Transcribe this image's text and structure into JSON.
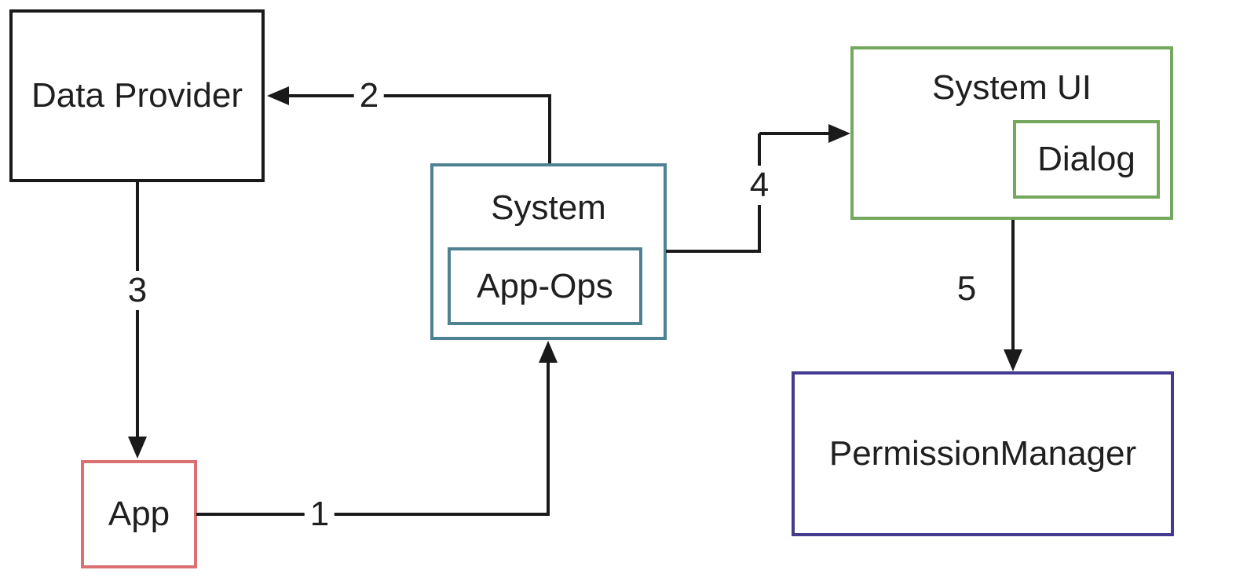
{
  "diagram": {
    "line_color": "#1a1a1a",
    "background_color": "#ffffff",
    "nodes": {
      "data_provider": {
        "label": "Data Provider",
        "border_color": "#1a1a1a"
      },
      "app": {
        "label": "App",
        "border_color": "#da7070"
      },
      "system": {
        "label": "System",
        "border_color": "#4e8192"
      },
      "app_ops": {
        "label": "App-Ops",
        "border_color": "#4e8192"
      },
      "system_ui": {
        "label": "System UI",
        "border_color": "#74a85c"
      },
      "dialog": {
        "label": "Dialog",
        "border_color": "#74a85c"
      },
      "permission_manager": {
        "label": "PermissionManager",
        "border_color": "#443a8f"
      }
    },
    "edges": {
      "e1": {
        "label": "1",
        "from": "App",
        "to": "System"
      },
      "e2": {
        "label": "2",
        "from": "System",
        "to": "Data Provider"
      },
      "e3": {
        "label": "3",
        "from": "Data Provider",
        "to": "App"
      },
      "e4": {
        "label": "4",
        "from": "System",
        "to": "System UI"
      },
      "e5": {
        "label": "5",
        "from": "System UI",
        "to": "PermissionManager"
      }
    }
  }
}
